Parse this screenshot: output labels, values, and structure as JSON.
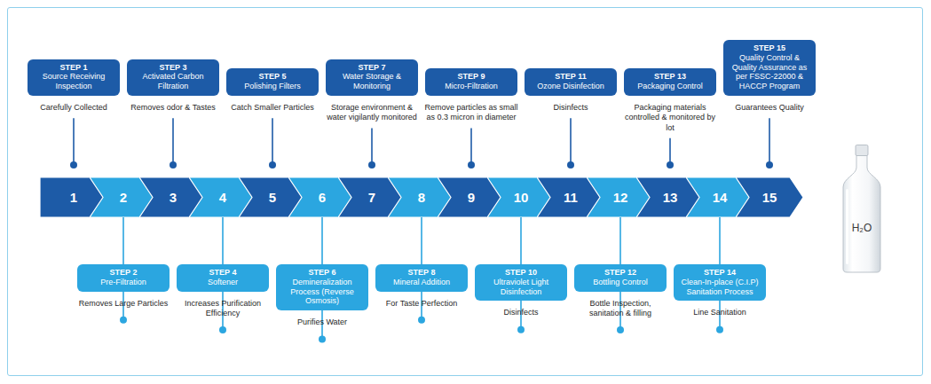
{
  "diagram": {
    "nodes": [
      {
        "text": [
          "STEP 1",
          "Source Receiving Inspection",
          "Carefully Collected"
        ]
      },
      {
        "text": [
          "STEP 2",
          "Pre-Filtration",
          "Removes Large Particles"
        ]
      },
      {
        "text": [
          "STEP 3",
          "Activated Carbon Filtration",
          "Removes odor & Tastes"
        ]
      },
      {
        "text": [
          "STEP 4",
          "Softener",
          "Increases Purification Efficiency"
        ]
      },
      {
        "text": [
          "STEP 5",
          "Polishing Filters",
          "Catch Smaller Particles"
        ]
      },
      {
        "text": [
          "STEP 6",
          "Demineralization Process (Reverse Osmosis)",
          "Purifies Water"
        ]
      },
      {
        "text": [
          "STEP 7",
          "Water Storage & Monitoring",
          "Storage environment & water vigilantly monitored"
        ]
      },
      {
        "text": [
          "STEP 8",
          "Mineral Addition",
          "For Taste Perfection"
        ]
      },
      {
        "text": [
          "STEP 9",
          "Micro-Filtration",
          "Remove particles as small as 0.3 micron in diameter"
        ]
      },
      {
        "text": [
          "STEP 10",
          "Ultraviolet Light Disinfection",
          "Disinfects"
        ]
      },
      {
        "text": [
          "STEP 11",
          "Ozone Disinfection",
          "Disinfects"
        ]
      },
      {
        "text": [
          "STEP 12",
          "Bottling Control",
          "Bottle Inspection, sanitation & filling"
        ]
      },
      {
        "text": [
          "STEP 13",
          "Packaging Control",
          "Packaging materials controlled & monitored by lot"
        ]
      },
      {
        "text": [
          "STEP 14",
          "Clean-In-place (C.I.P) Sanitation Process",
          "Line Sanitation"
        ]
      },
      {
        "text": [
          "STEP 15",
          "Quality Control & Quality Assurance as per FSSC-22000 & HACCP Program",
          "Guarantees Quality"
        ]
      },
      {
        "text": [
          "1"
        ]
      },
      {
        "text": [
          "2"
        ]
      },
      {
        "text": [
          "3"
        ]
      },
      {
        "text": [
          "4"
        ]
      },
      {
        "text": [
          "5"
        ]
      },
      {
        "text": [
          "6"
        ]
      },
      {
        "text": [
          "7"
        ]
      },
      {
        "text": [
          "8"
        ]
      },
      {
        "text": [
          "9"
        ]
      },
      {
        "text": [
          "10"
        ]
      },
      {
        "text": [
          "11"
        ]
      },
      {
        "text": [
          "12"
        ]
      },
      {
        "text": [
          "13"
        ]
      },
      {
        "text": [
          "14"
        ]
      },
      {
        "text": [
          "15"
        ]
      }
    ],
    "edges": [
      {
        "from": 0,
        "to": 15,
        "arrow": "none"
      },
      {
        "from": 1,
        "to": 16,
        "arrow": "none"
      },
      {
        "from": 2,
        "to": 17,
        "arrow": "none"
      },
      {
        "from": 3,
        "to": 18,
        "arrow": "none"
      },
      {
        "from": 4,
        "to": 19,
        "arrow": "none"
      },
      {
        "from": 5,
        "to": 20,
        "arrow": "none"
      },
      {
        "from": 6,
        "to": 21,
        "arrow": "none"
      },
      {
        "from": 7,
        "to": 22,
        "arrow": "none"
      },
      {
        "from": 8,
        "to": 23,
        "arrow": "none"
      },
      {
        "from": 9,
        "to": 24,
        "arrow": "none"
      },
      {
        "from": 10,
        "to": 25,
        "arrow": "none"
      },
      {
        "from": 11,
        "to": 26,
        "arrow": "none"
      },
      {
        "from": 12,
        "to": 27,
        "arrow": "none"
      },
      {
        "from": 13,
        "to": 28,
        "arrow": "none"
      },
      {
        "from": 14,
        "to": 29,
        "arrow": "none"
      }
    ],
    "labels": [
      "H₂O"
    ]
  }
}
